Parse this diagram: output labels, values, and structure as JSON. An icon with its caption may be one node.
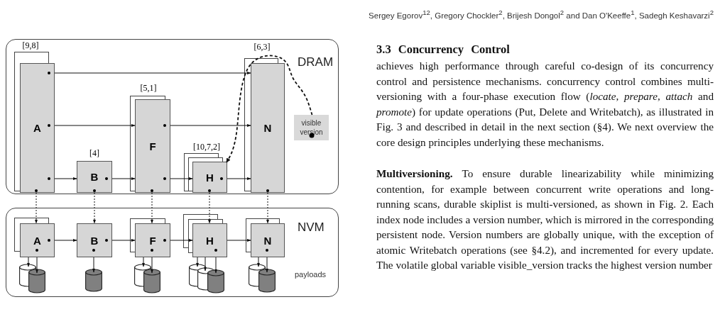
{
  "diagram": {
    "nodes": [
      {
        "text": [
          "DRAM"
        ]
      },
      {
        "text": [
          "A"
        ],
        "in": 0,
        "beside": [
          "[9,8]"
        ]
      },
      {
        "text": [
          "B"
        ],
        "in": 0,
        "beside": [
          "[4]"
        ]
      },
      {
        "text": [
          "F"
        ],
        "in": 0,
        "beside": [
          "[5,1]"
        ]
      },
      {
        "text": [
          "H"
        ],
        "in": 0,
        "beside": [
          "[10,7,2]"
        ]
      },
      {
        "text": [
          "N"
        ],
        "in": 0,
        "beside": [
          "[6,3]"
        ]
      },
      {
        "text": [
          "visible version"
        ],
        "in": 0
      },
      {
        "text": [
          "NVM"
        ]
      },
      {
        "text": [
          "A"
        ],
        "in": 7
      },
      {
        "text": [
          "B"
        ],
        "in": 7
      },
      {
        "text": [
          "F"
        ],
        "in": 7
      },
      {
        "text": [
          "H"
        ],
        "in": 7
      },
      {
        "text": [
          "N"
        ],
        "in": 7
      },
      {
        "text": [],
        "shape": "cylinder",
        "in": 7
      },
      {
        "text": [],
        "shape": "cylinder",
        "in": 7
      },
      {
        "text": [],
        "shape": "cylinder",
        "in": 7
      },
      {
        "text": [],
        "shape": "cylinder",
        "in": 7
      },
      {
        "text": [],
        "shape": "cylinder",
        "in": 7
      },
      {
        "text": [],
        "shape": "cylinder",
        "in": 7
      },
      {
        "text": [],
        "shape": "cylinder",
        "in": 7
      },
      {
        "text": [],
        "shape": "cylinder",
        "in": 7
      },
      {
        "text": [],
        "shape": "cylinder",
        "in": 7
      },
      {
        "text": [],
        "shape": "cylinder",
        "in": 7
      }
    ],
    "edges": [
      {
        "from": 1,
        "to": 5,
        "arrow": "to"
      },
      {
        "from": 1,
        "to": 3,
        "arrow": "to"
      },
      {
        "from": 3,
        "to": 5,
        "arrow": "to"
      },
      {
        "from": 1,
        "to": 2,
        "arrow": "to"
      },
      {
        "from": 2,
        "to": 3,
        "arrow": "to"
      },
      {
        "from": 3,
        "to": 4,
        "arrow": "to"
      },
      {
        "from": 4,
        "to": 5,
        "arrow": "to"
      },
      {
        "from": 6,
        "to": 4,
        "arrow": "to",
        "style": "dashed"
      },
      {
        "from": 1,
        "to": 8,
        "arrow": "to",
        "style": "dashed"
      },
      {
        "from": 2,
        "to": 9,
        "arrow": "to",
        "style": "dashed"
      },
      {
        "from": 3,
        "to": 10,
        "arrow": "to",
        "style": "dashed"
      },
      {
        "from": 4,
        "to": 11,
        "arrow": "to",
        "style": "dashed"
      },
      {
        "from": 5,
        "to": 12,
        "arrow": "to",
        "style": "dashed"
      },
      {
        "from": 8,
        "to": 9,
        "arrow": "to"
      },
      {
        "from": 9,
        "to": 10,
        "arrow": "to"
      },
      {
        "from": 10,
        "to": 11,
        "arrow": "to"
      },
      {
        "from": 11,
        "to": 12,
        "arrow": "to"
      },
      {
        "from": 8,
        "to": 13,
        "arrow": "to"
      },
      {
        "from": 8,
        "to": 14,
        "arrow": "to"
      },
      {
        "from": 9,
        "to": 15,
        "arrow": "to"
      },
      {
        "from": 10,
        "to": 16,
        "arrow": "to"
      },
      {
        "from": 10,
        "to": 17,
        "arrow": "to"
      },
      {
        "from": 11,
        "to": 18,
        "arrow": "to"
      },
      {
        "from": 11,
        "to": 19,
        "arrow": "to"
      },
      {
        "from": 11,
        "to": 20,
        "arrow": "to"
      },
      {
        "from": 12,
        "to": 21,
        "arrow": "to"
      },
      {
        "from": 12,
        "to": 22,
        "arrow": "to"
      }
    ],
    "labels": [
      "Sergey Egorov$^{12}$, Gregory Chockler$^{2}$, Brijesh Dongol$^{2}$ and Dan O'Keeffe$^{1}$, Sadegh Keshavarzi$^{2}$",
      "payloads",
      "3.3 Concurrency Control",
      "achieves high performance through careful co-design of its concurrency control and persistence mechanisms. concurrency control combines multi-versioning with a four-phase execution flow (*locate*, *prepare*, *attach* and *promote*) for update operations (Put, Delete and Writebatch), as illustrated in Fig. 3 and described in detail in the next section (§4). We next overview the core design principles underlying these mechanisms.",
      "**Multiversioning.** To ensure durable linearizability while minimizing contention, for example between concurrent write operations and long-running scans, durable skiplist is multi-versioned, as shown in Fig. 2. Each index node includes a version number, which is mirrored in the corresponding persistent node. Version numbers are globally unique, with the exception of atomic Writebatch operations (see §4.2), and incremented for every update. The volatile global variable visible_version tracks the highest version number"
    ]
  }
}
